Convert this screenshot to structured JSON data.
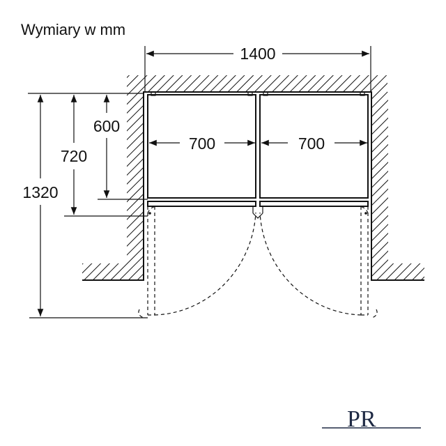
{
  "title": "Wymiary w mm",
  "dimensions": {
    "total_width": "1400",
    "left_width": "700",
    "right_width": "700",
    "depth_600": "600",
    "depth_720": "720",
    "depth_1320": "1320"
  },
  "logo": "PR"
}
